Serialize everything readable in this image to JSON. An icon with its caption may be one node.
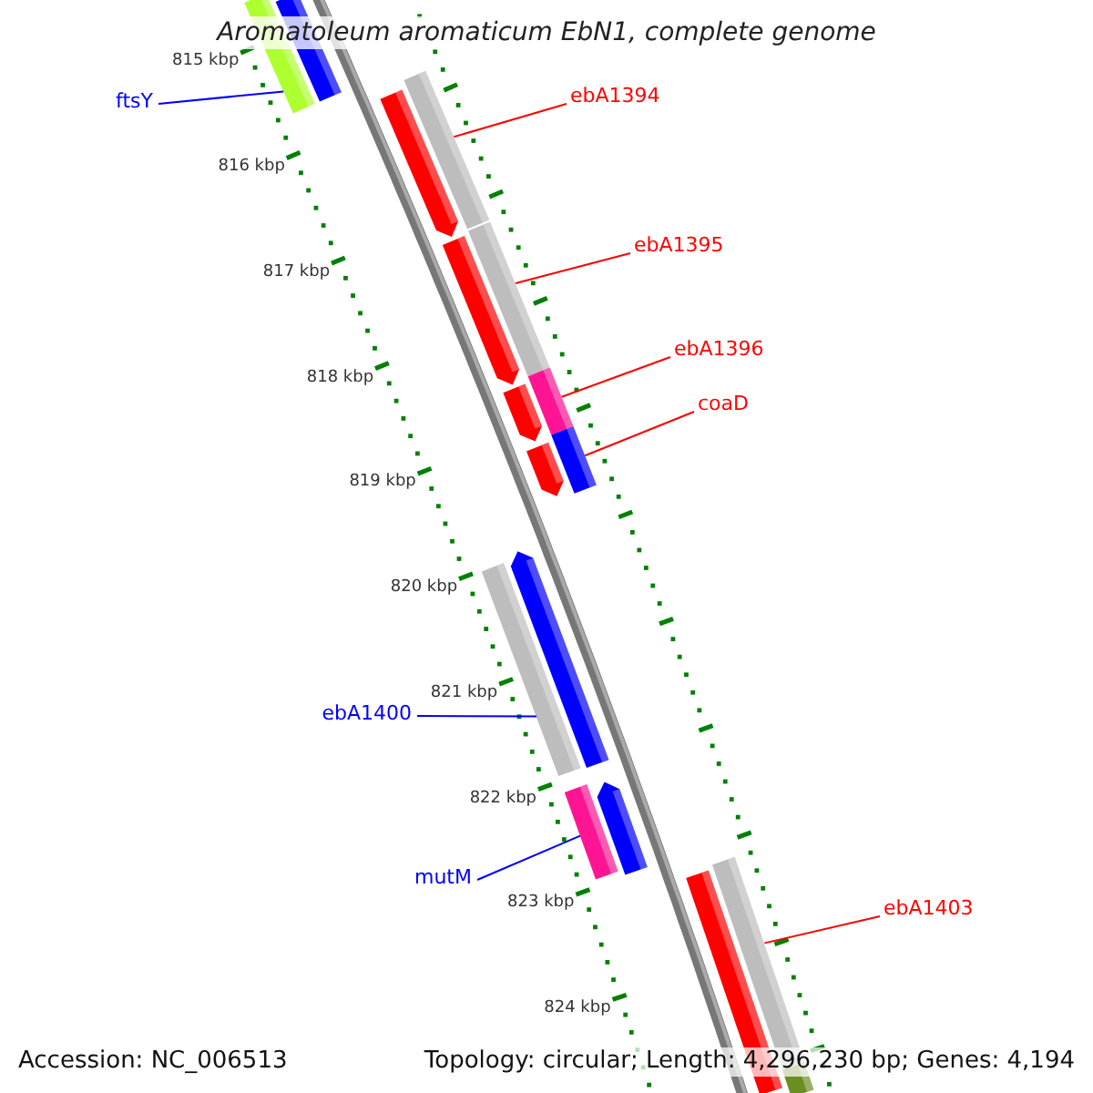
{
  "diagram": {
    "title": "Aromatoleum aromaticum EbN1, complete genome",
    "nodes": [
      {
        "text": [
          "ebA1394"
        ]
      },
      {
        "text": [
          "ftsY"
        ]
      },
      {
        "text": [
          "ebA1395"
        ]
      },
      {
        "text": [
          "ebA1396"
        ]
      },
      {
        "text": [
          "coaD"
        ]
      },
      {
        "text": [
          "ebA1400"
        ]
      },
      {
        "text": [
          "mutM"
        ]
      },
      {
        "text": [
          "ebA1403"
        ]
      },
      {
        "text": [],
        "shape": "bar"
      },
      {
        "text": [],
        "shape": "bar"
      },
      {
        "text": [],
        "shape": "bar"
      },
      {
        "text": [],
        "shape": "bar"
      },
      {
        "text": [],
        "shape": "bar"
      },
      {
        "text": [],
        "shape": "bar"
      },
      {
        "text": [],
        "shape": "bar"
      },
      {
        "text": [],
        "shape": "bar"
      },
      {
        "text": [],
        "shape": "bar"
      },
      {
        "text": [],
        "shape": "bar"
      },
      {
        "text": [],
        "shape": "bar"
      },
      {
        "text": [],
        "shape": "bar"
      },
      {
        "text": [],
        "shape": "bar"
      },
      {
        "text": [],
        "shape": "bar"
      },
      {
        "text": [],
        "shape": "bar"
      },
      {
        "text": [],
        "shape": "bar"
      },
      {
        "text": [],
        "shape": "bar"
      }
    ],
    "edges": [
      {
        "from": 0,
        "to": 10,
        "arrow": "none"
      },
      {
        "from": 1,
        "to": 8,
        "arrow": "none",
        "color": "#0000ff"
      },
      {
        "from": 2,
        "to": 12,
        "arrow": "none"
      },
      {
        "from": 3,
        "to": 14,
        "arrow": "none"
      },
      {
        "from": 4,
        "to": 16,
        "arrow": "none"
      },
      {
        "from": 5,
        "to": 19,
        "arrow": "none",
        "color": "#0000ff"
      },
      {
        "from": 6,
        "to": 20,
        "arrow": "none",
        "color": "#0000ff"
      },
      {
        "from": 7,
        "to": 22,
        "arrow": "none"
      }
    ],
    "labels": [
      "815 kbp",
      "816 kbp",
      "817 kbp",
      "818 kbp",
      "819 kbp",
      "820 kbp",
      "821 kbp",
      "822 kbp",
      "823 kbp",
      "824 kbp",
      "Accession: NC_006513",
      "Topology: circular; Length: 4,296,230 bp; Genes: 4,194"
    ]
  }
}
